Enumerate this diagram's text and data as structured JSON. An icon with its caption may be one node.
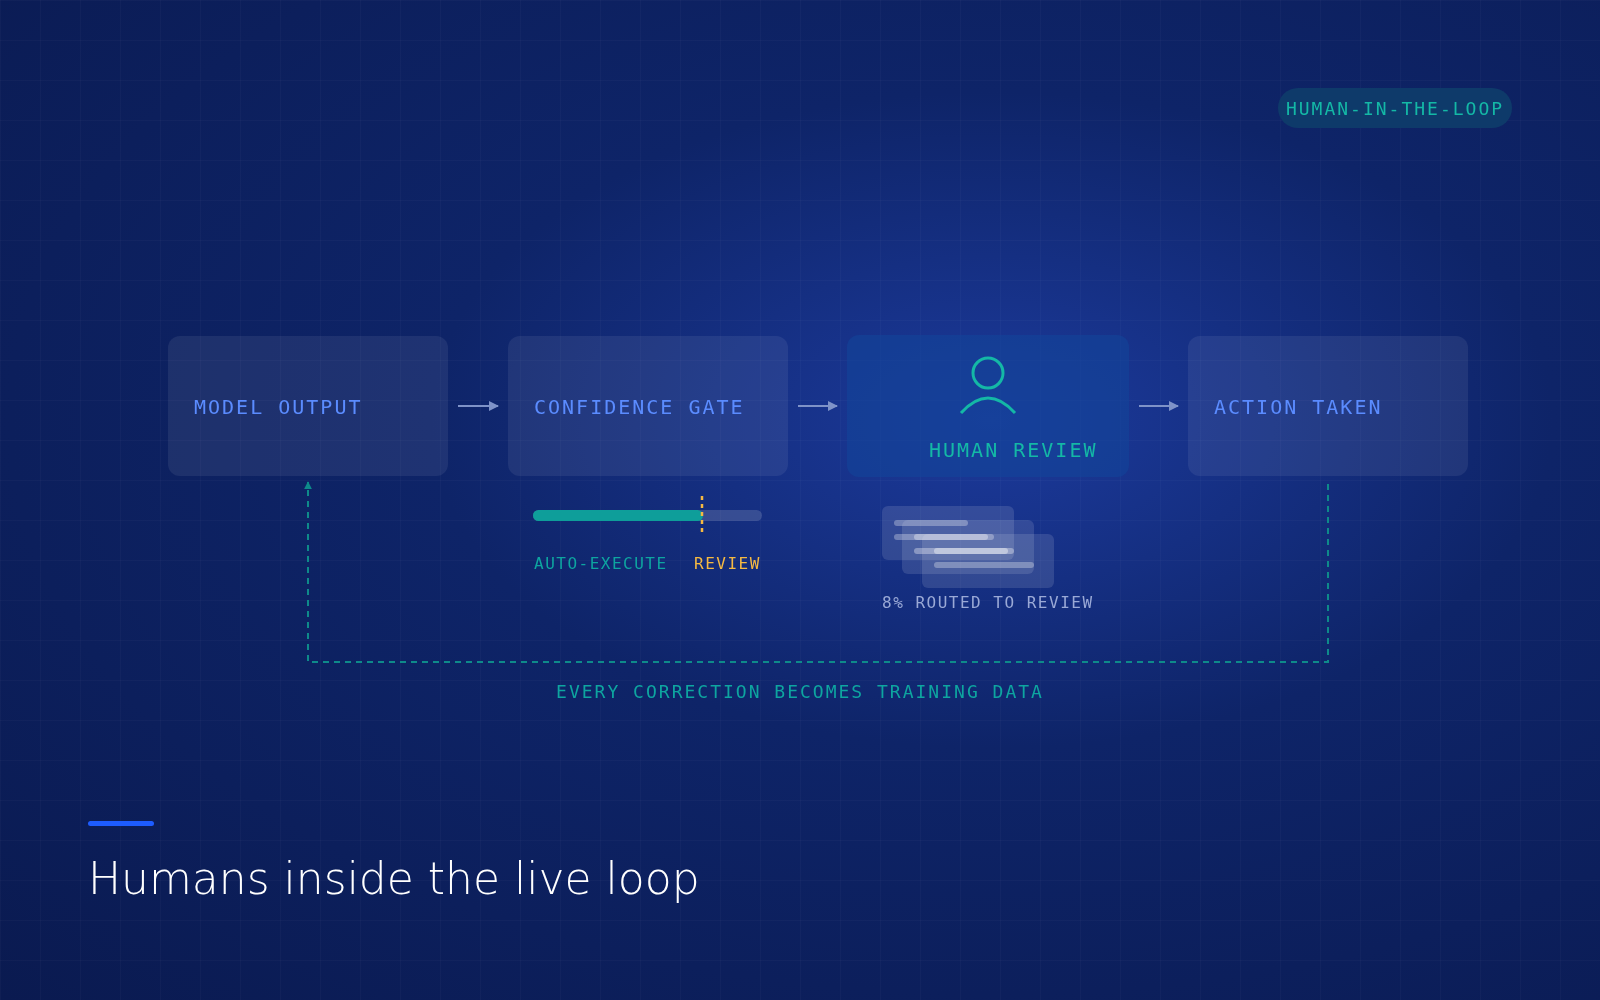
{
  "diagram": {
    "title": "Humans inside the live loop",
    "nodes": [
      {
        "text": [
          "MODEL OUTPUT"
        ]
      },
      {
        "text": [
          "CONFIDENCE GATE"
        ]
      },
      {
        "text": [
          "HUMAN REVIEW"
        ]
      },
      {
        "text": [
          "ACTION TAKEN"
        ]
      }
    ],
    "edges": [
      {
        "from": 0,
        "to": 1,
        "arrow": "to"
      },
      {
        "from": 1,
        "to": 2,
        "arrow": "to"
      },
      {
        "from": 2,
        "to": 3,
        "arrow": "to"
      },
      {
        "from": 3,
        "to": 0,
        "arrow": "to",
        "style": "dashed",
        "color": "#0e8a8a",
        "label": "EVERY CORRECTION BECOMES TRAINING DATA"
      }
    ],
    "labels": [
      "HUMAN-IN-THE-LOOP",
      "AUTO-EXECUTE",
      "REVIEW",
      "8% ROUTED TO REVIEW"
    ]
  }
}
